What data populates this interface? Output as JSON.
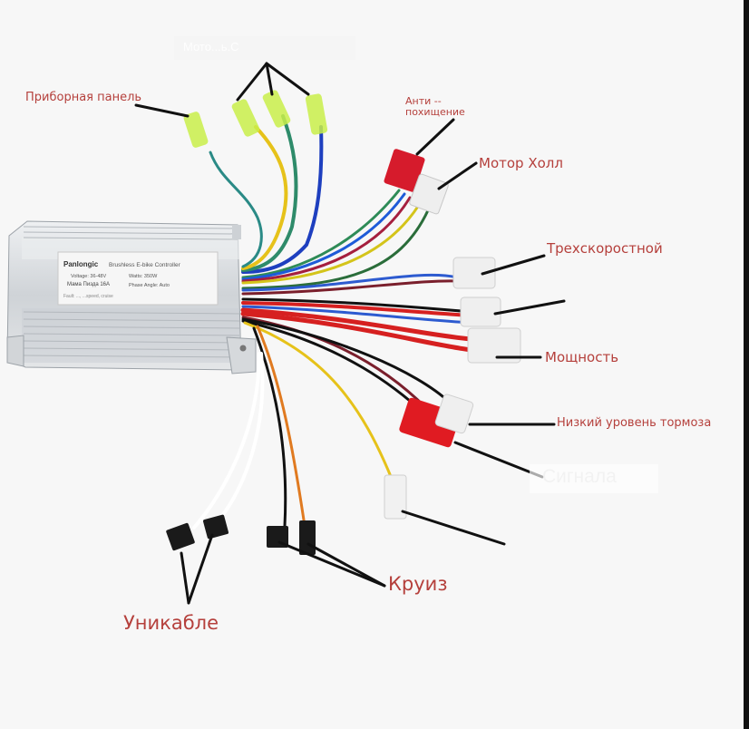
{
  "labels": {
    "dashboard": "Приборная панель",
    "anti_theft": "Анти --\nпохищение",
    "motor_hall": "Мотор Холл",
    "three_speed": "Трехскоростной",
    "power": "Мощность",
    "low_brake": "Низкий уровень тормоза",
    "cruise": "Круиз",
    "unicable": "Уникабле",
    "top_obscured": "Мото...ь.С",
    "right_obscured": "Сигнала"
  },
  "controller": {
    "brand": "Panlongic",
    "title": "Brushless E-bike Controller",
    "voltage": "Voltage: 36-48V",
    "watts": "Watts: 350W",
    "current": "Мама Пизда 16A",
    "phase": "Phase Angle: Auto",
    "footer": "Fault: ..., ...speed, cruise"
  },
  "colors": {
    "label_red": "#b5403c",
    "pointer": "#111111",
    "controller_body": "#d9dcdf"
  }
}
